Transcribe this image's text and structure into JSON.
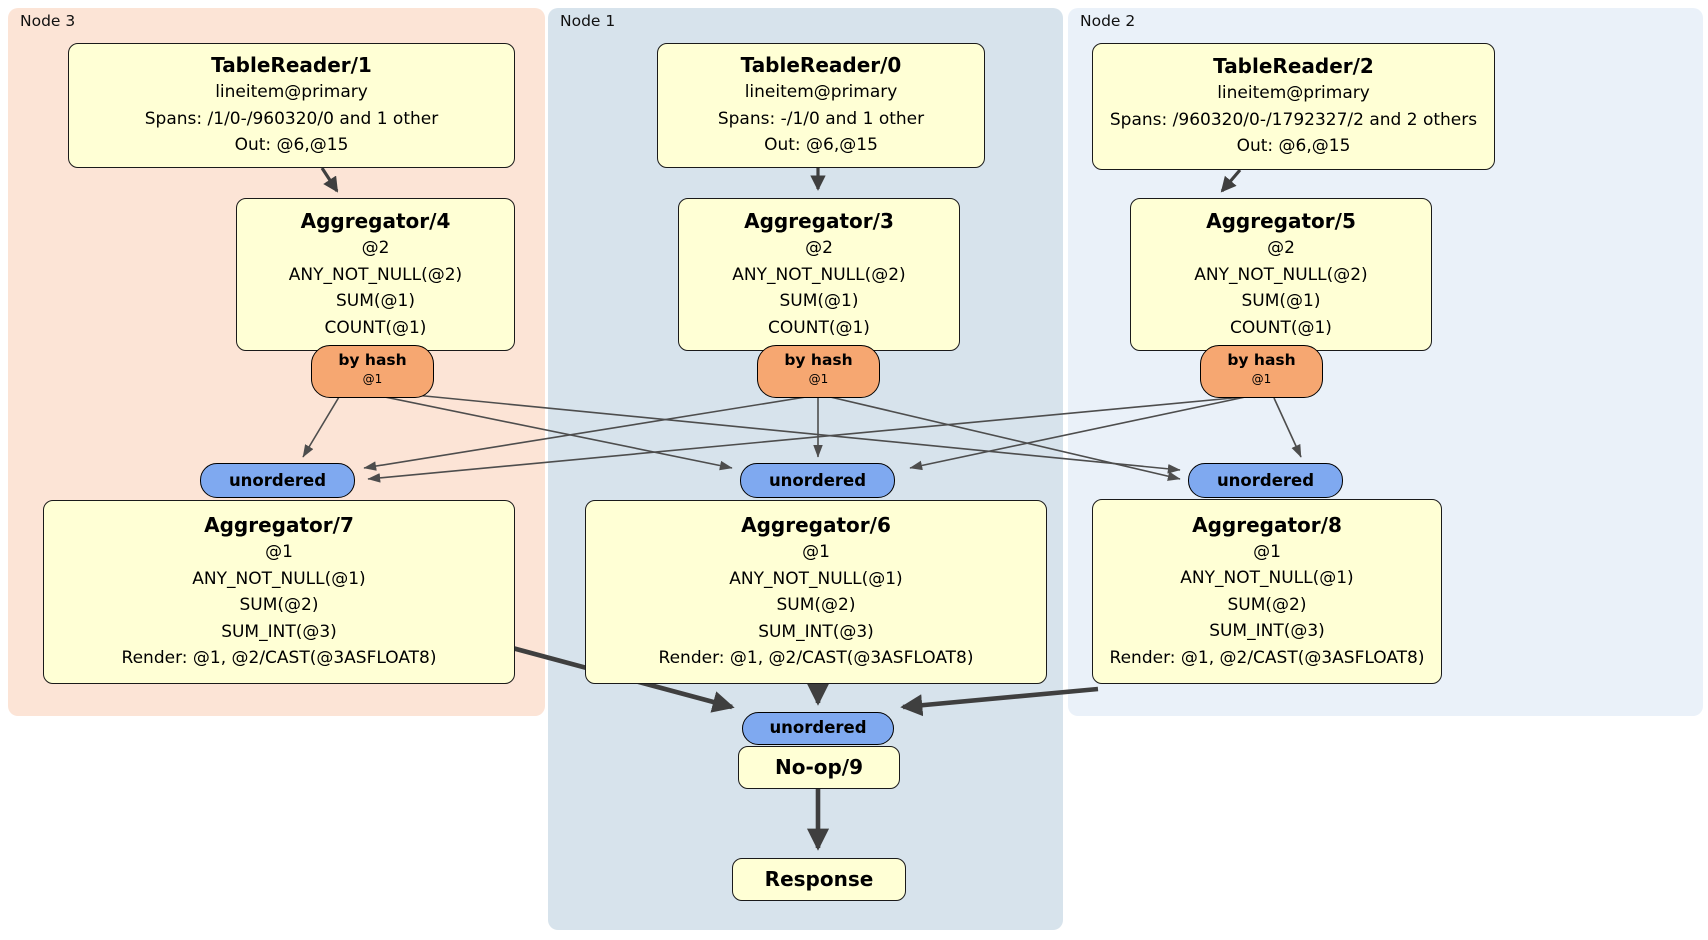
{
  "clusters": {
    "node3": {
      "label": "Node 3"
    },
    "node1": {
      "label": "Node 1"
    },
    "node2": {
      "label": "Node 2"
    }
  },
  "processors": {
    "tablereader1": {
      "title": "TableReader/1",
      "lines": [
        "lineitem@primary",
        "Spans: /1/0-/960320/0 and 1 other",
        "Out: @6,@15"
      ]
    },
    "tablereader0": {
      "title": "TableReader/0",
      "lines": [
        "lineitem@primary",
        "Spans: -/1/0 and 1 other",
        "Out: @6,@15"
      ]
    },
    "tablereader2": {
      "title": "TableReader/2",
      "lines": [
        "lineitem@primary",
        "Spans: /960320/0-/1792327/2 and 2 others",
        "Out: @6,@15"
      ]
    },
    "aggregator4": {
      "title": "Aggregator/4",
      "lines": [
        "@2",
        "ANY_NOT_NULL(@2)",
        "SUM(@1)",
        "COUNT(@1)"
      ]
    },
    "aggregator3": {
      "title": "Aggregator/3",
      "lines": [
        "@2",
        "ANY_NOT_NULL(@2)",
        "SUM(@1)",
        "COUNT(@1)"
      ]
    },
    "aggregator5": {
      "title": "Aggregator/5",
      "lines": [
        "@2",
        "ANY_NOT_NULL(@2)",
        "SUM(@1)",
        "COUNT(@1)"
      ]
    },
    "aggregator7": {
      "title": "Aggregator/7",
      "lines": [
        "@1",
        "ANY_NOT_NULL(@1)",
        "SUM(@2)",
        "SUM_INT(@3)",
        "Render: @1, @2/CAST(@3ASFLOAT8)"
      ]
    },
    "aggregator6": {
      "title": "Aggregator/6",
      "lines": [
        "@1",
        "ANY_NOT_NULL(@1)",
        "SUM(@2)",
        "SUM_INT(@3)",
        "Render: @1, @2/CAST(@3ASFLOAT8)"
      ]
    },
    "aggregator8": {
      "title": "Aggregator/8",
      "lines": [
        "@1",
        "ANY_NOT_NULL(@1)",
        "SUM(@2)",
        "SUM_INT(@3)",
        "Render: @1, @2/CAST(@3ASFLOAT8)"
      ]
    },
    "noop9": {
      "title": "No-op/9"
    },
    "response": {
      "title": "Response"
    }
  },
  "streams": {
    "by_hash": {
      "label": "by hash",
      "key": "@1"
    },
    "unordered": {
      "label": "unordered"
    }
  },
  "colors": {
    "node3_bg": "#fce4d6",
    "node1_bg": "#d7e3ec",
    "node2_bg": "#eaf1f9",
    "processor_bg": "#ffffd5",
    "by_hash_bg": "#f6a771",
    "unordered_bg": "#7fa9f0",
    "edge": "#4d4d4d"
  }
}
